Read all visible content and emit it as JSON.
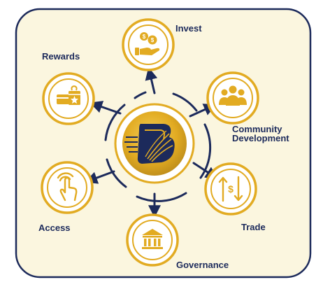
{
  "colors": {
    "navy": "#1c2a5b",
    "gold": "#e2ab22",
    "gold_dark": "#b9891a",
    "panel_bg": "#fbf6df",
    "white": "#ffffff"
  },
  "center": {
    "icon": "brand-logo-icon"
  },
  "nodes": [
    {
      "id": "invest",
      "label": "Invest",
      "icon": "coins-hand-icon"
    },
    {
      "id": "rewards",
      "label": "Rewards",
      "icon": "gift-card-icon"
    },
    {
      "id": "community",
      "label_lines": [
        "Community",
        "Development"
      ],
      "icon": "people-group-icon"
    },
    {
      "id": "access",
      "label": "Access",
      "icon": "touch-hand-icon"
    },
    {
      "id": "trade",
      "label": "Trade",
      "icon": "dollar-exchange-icon"
    },
    {
      "id": "governance",
      "label": "Governance",
      "icon": "bank-building-icon"
    }
  ]
}
